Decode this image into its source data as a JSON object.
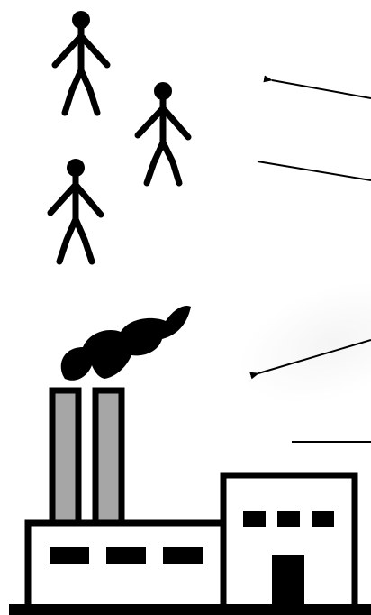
{
  "diagram": {
    "people": [
      {
        "name": "person-1"
      },
      {
        "name": "person-2"
      },
      {
        "name": "person-3"
      }
    ],
    "arrows": [
      {
        "name": "arrow-toward-people-top",
        "direction": "left",
        "arrowhead": true
      },
      {
        "name": "line-middle-upper",
        "direction": "left",
        "arrowhead": false
      },
      {
        "name": "arrow-toward-smoke",
        "direction": "left",
        "arrowhead": true
      },
      {
        "name": "line-bottom",
        "direction": "left",
        "arrowhead": false
      }
    ],
    "factory": {
      "chimney_count": 2,
      "windows_left_count": 3,
      "windows_right_count": 3,
      "colors": {
        "outline": "#000000",
        "chimney_fill": "#a6a6a6",
        "building_fill": "#ffffff",
        "smoke": "#000000"
      }
    }
  }
}
